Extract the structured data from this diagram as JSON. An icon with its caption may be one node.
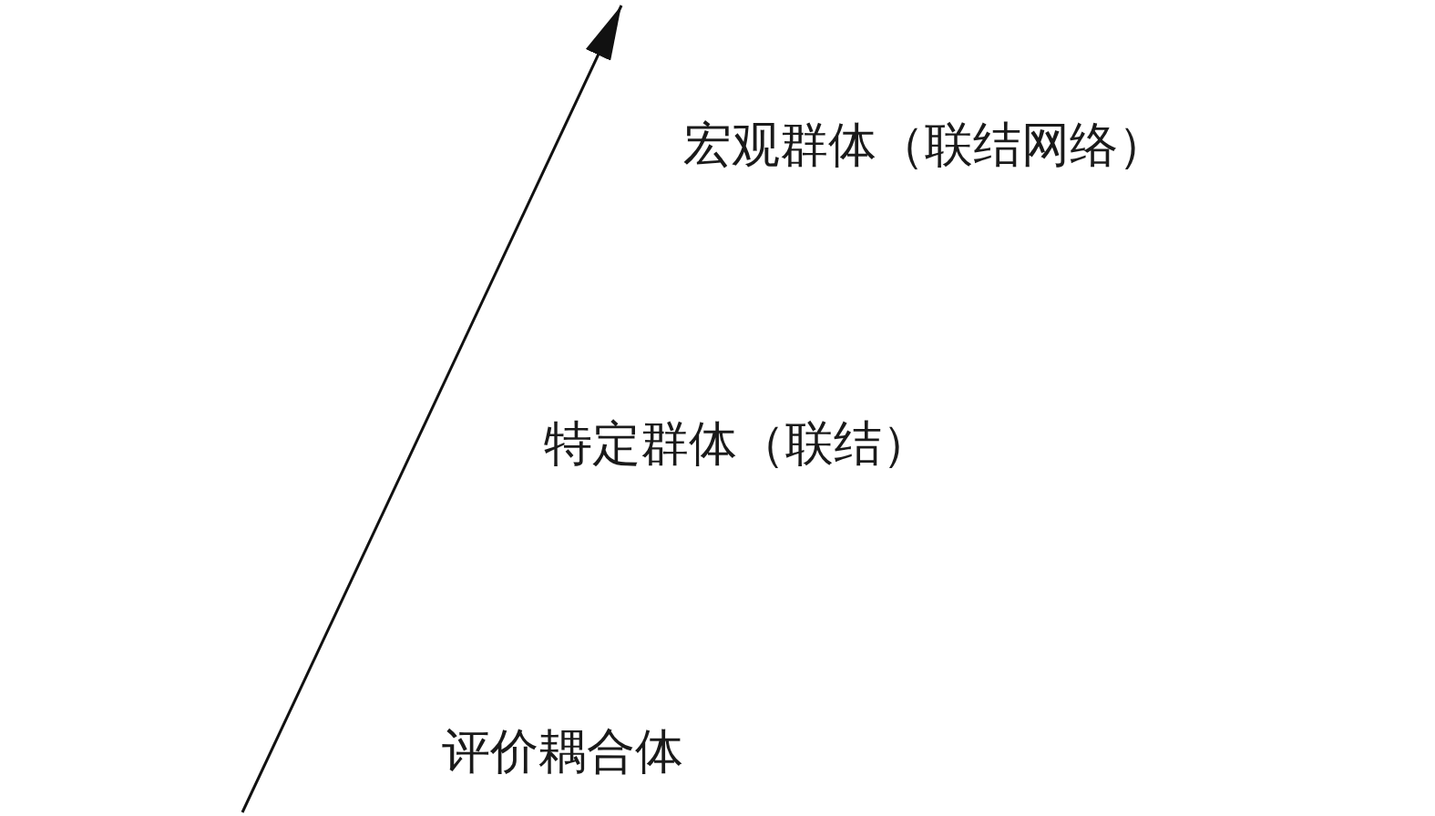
{
  "diagram": {
    "labels": [
      "宏观群体（联结网络）",
      "特定群体（联结）",
      "评价耦合体"
    ]
  }
}
